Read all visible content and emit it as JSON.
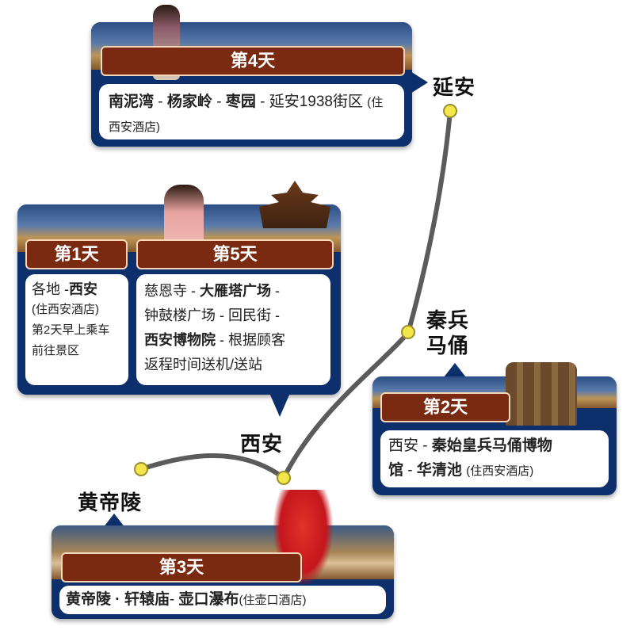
{
  "cities": {
    "yanan": "延安",
    "qinbing": "秦兵马俑",
    "xian": "西安",
    "huangdiling": "黄帝陵"
  },
  "days": {
    "d4": {
      "label": "第4天",
      "bold1": "南泥湾",
      "sep1": " - ",
      "bold2": "杨家岭",
      "sep2": " - ",
      "bold3": "枣园",
      "rest": " - 延安1938街区",
      "note": "(住西安酒店)"
    },
    "d1": {
      "label": "第1天",
      "text1": "各地 -",
      "bold1": "西安",
      "note": "(住西安酒店)",
      "line3": "第2天早上乘车",
      "line4": "前往景区"
    },
    "d5": {
      "label": "第5天",
      "text1": "慈恩寺 - ",
      "bold1": "大雁塔广场",
      "text2": " -",
      "line2": "钟鼓楼广场 - 回民街 -",
      "bold2": "西安博物院",
      "text3": " - 根据顾客",
      "line4": "返程时间送机/送站"
    },
    "d2": {
      "label": "第2天",
      "text1": "西安 - ",
      "bold1": "秦始皇兵马俑博物",
      "bold2": "馆",
      "sep": " - ",
      "bold3": "华清池",
      "note": "(住西安酒店)"
    },
    "d3": {
      "label": "第3天",
      "bold1": "黄帝陵 · 轩辕庙",
      "sep": "- ",
      "bold2": "壶口瀑布",
      "note": "(住壶口酒店)"
    }
  },
  "colors": {
    "card": "#0d2f6b",
    "daybar": "#7a2a10",
    "route": "#555555",
    "dot": "#f3e64a"
  }
}
